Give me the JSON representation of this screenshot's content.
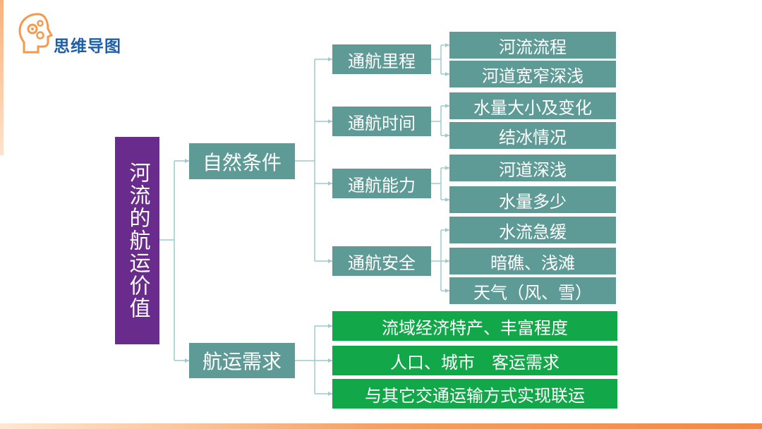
{
  "logo": {
    "text": "思维导图",
    "icon": "head-gears-icon"
  },
  "colors": {
    "teal": "#5f9b96",
    "green": "#12a84a",
    "purple": "#6a2c8c",
    "line": "#9ccccc"
  },
  "root": "河流的航运价值",
  "natural": {
    "label": "自然条件",
    "groups": [
      {
        "label": "通航里程",
        "items": [
          "河流流程",
          "河道宽窄深浅"
        ]
      },
      {
        "label": "通航时间",
        "items": [
          "水量大小及变化",
          "结冰情况"
        ]
      },
      {
        "label": "通航能力",
        "items": [
          "河道深浅",
          "水量多少"
        ]
      },
      {
        "label": "通航安全",
        "items": [
          "水流急缓",
          "暗礁、浅滩",
          "天气（风、雪）"
        ]
      }
    ]
  },
  "demand": {
    "label": "航运需求",
    "items": [
      "流域经济特产、丰富程度",
      "人口、城市　客运需求",
      "与其它交通运输方式实现联运"
    ]
  }
}
